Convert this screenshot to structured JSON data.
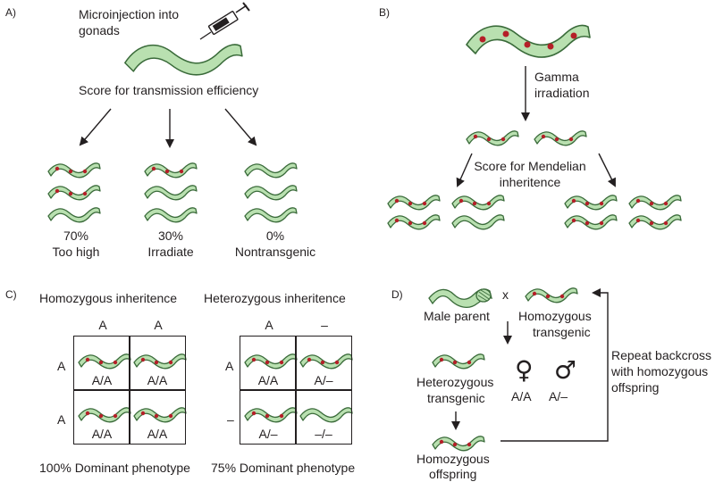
{
  "colors": {
    "worm_fill": "#b9e0b0",
    "worm_stroke": "#3a6b3a",
    "dot": "#b51f28",
    "line": "#231f20"
  },
  "panels": {
    "A": {
      "tag": "A)",
      "title_line1": "Microinjection into",
      "title_line2": "gonads",
      "score": "Score for transmission efficiency",
      "outcomes": [
        {
          "percent": "70%",
          "label": "Too high"
        },
        {
          "percent": "30%",
          "label": "Irradiate"
        },
        {
          "percent": "0%",
          "label": "Nontransgenic"
        }
      ]
    },
    "B": {
      "tag": "B)",
      "step_line1": "Gamma",
      "step_line2": "irradiation",
      "score_line1": "Score for Mendelian",
      "score_line2": "inheritence"
    },
    "C": {
      "tag": "C)",
      "homo": {
        "title": "Homozygous inheritence",
        "cols": [
          "A",
          "A"
        ],
        "rows": [
          "A",
          "A"
        ],
        "cells": [
          "A/A",
          "A/A",
          "A/A",
          "A/A"
        ],
        "result": "100% Dominant phenotype"
      },
      "hetero": {
        "title": "Heterozygous inheritence",
        "cols": [
          "A",
          "–"
        ],
        "rows": [
          "A",
          "–"
        ],
        "cells": [
          "A/A",
          "A/–",
          "A/–",
          "–/–"
        ],
        "result": "75% Dominant phenotype"
      }
    },
    "D": {
      "tag": "D)",
      "male_parent": "Male parent",
      "cross": "x",
      "homo_line1": "Homozygous",
      "homo_line2": "transgenic",
      "hetero_line1": "Heterozygous",
      "hetero_line2": "transgenic",
      "offspring_line1": "Homozygous",
      "offspring_line2": "offspring",
      "female_symbol": "♀",
      "male_symbol": "♂",
      "female_genotype": "A/A",
      "male_genotype": "A/–",
      "repeat_line1": "Repeat backcross",
      "repeat_line2": "with homozygous",
      "repeat_line3": "offspring"
    }
  }
}
